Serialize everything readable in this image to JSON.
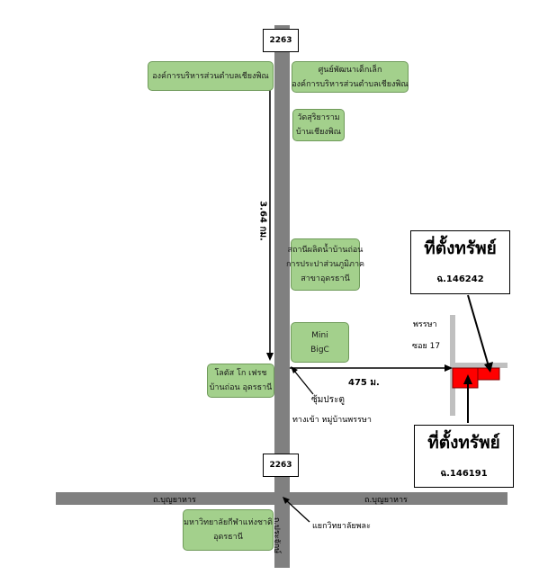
{
  "highway_number": "2263",
  "roads": {
    "main_road_left": "ถ.บุญยาหาร",
    "main_road_right": "ถ.บุญยาหาร",
    "vertical_road": "ถ.ประจักษ์",
    "side_road_name": "พรรษา",
    "side_road_soi": "ซอย 17"
  },
  "distances": {
    "vertical": "3.64 กม.",
    "horizontal": "475 ม."
  },
  "landmarks": {
    "tao_left": "องค์การบริหารส่วนตำบลเชียงพิณ",
    "childcare_line1": "ศูนย์พัฒนาเด็กเล็ก",
    "childcare_line2": "องค์การบริหารส่วนตำบลเชียงพิณ",
    "temple_line1": "วัดสุริยาราม",
    "temple_line2": "บ้านเชียงพิณ",
    "water_line1": "สถานีผลิตน้ำบ้านถ่อน",
    "water_line2": "การประปาส่วนภูมิภาค",
    "water_line3": "สาขาอุดรธานี",
    "bigc_line1": "Mini",
    "bigc_line2": "BigC",
    "lotus_line1": "โลตัส โก เฟรช",
    "lotus_line2": "บ้านถ่อน อุดรธานี",
    "univ_line1": "มหาวิทยาลัยกีฬาแห่งชาติ",
    "univ_line2": "อุดรธานี"
  },
  "labels": {
    "gate_line1": "ซุ้มประตู",
    "gate_line2": "ทางเข้า หมู่บ้านพรรษา",
    "junction": "แยกวิทยาลัยพละ"
  },
  "properties": [
    {
      "title": "ที่ตั้งทรัพย์",
      "deed": "ฉ.146242"
    },
    {
      "title": "ที่ตั้งทรัพย์",
      "deed": "ฉ.146191"
    }
  ],
  "colors": {
    "road": "#808080",
    "side_road": "#c0c0c0",
    "landmark_fill": "#a3d08c",
    "property_fill": "#ff0000"
  }
}
